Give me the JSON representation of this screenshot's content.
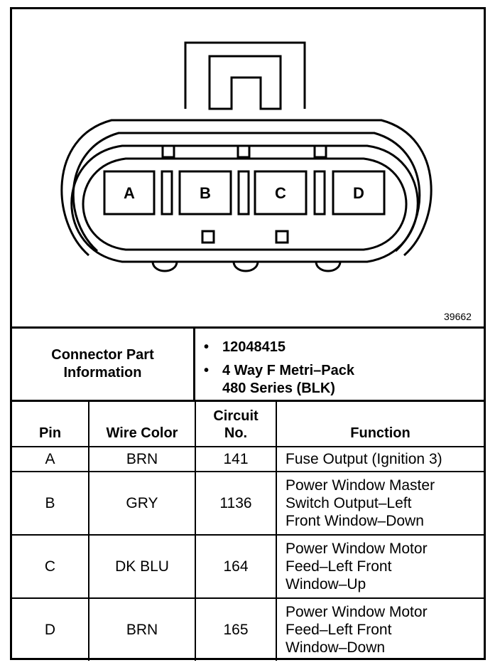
{
  "diagram": {
    "figure_number": "39662",
    "pins": [
      "A",
      "B",
      "C",
      "D"
    ]
  },
  "connector_info": {
    "label_line1": "Connector Part",
    "label_line2": "Information",
    "bullet": "•",
    "part_number": "12048415",
    "type_line1": "4 Way F Metri–Pack",
    "type_line2": "480 Series (BLK)"
  },
  "table": {
    "headers": {
      "pin": "Pin",
      "wire_color": "Wire Color",
      "circuit_line1": "Circuit",
      "circuit_line2": "No.",
      "function": "Function"
    },
    "rows": [
      {
        "pin": "A",
        "wire_color": "BRN",
        "circuit": "141",
        "function": [
          "Fuse Output (Ignition 3)"
        ]
      },
      {
        "pin": "B",
        "wire_color": "GRY",
        "circuit": "1136",
        "function": [
          "Power Window Master",
          "Switch Output–Left",
          "Front Window–Down"
        ]
      },
      {
        "pin": "C",
        "wire_color": "DK BLU",
        "circuit": "164",
        "function": [
          "Power Window Motor",
          "Feed–Left Front",
          "Window–Up"
        ]
      },
      {
        "pin": "D",
        "wire_color": "BRN",
        "circuit": "165",
        "function": [
          "Power Window Motor",
          "Feed–Left Front",
          "Window–Down"
        ]
      }
    ]
  }
}
